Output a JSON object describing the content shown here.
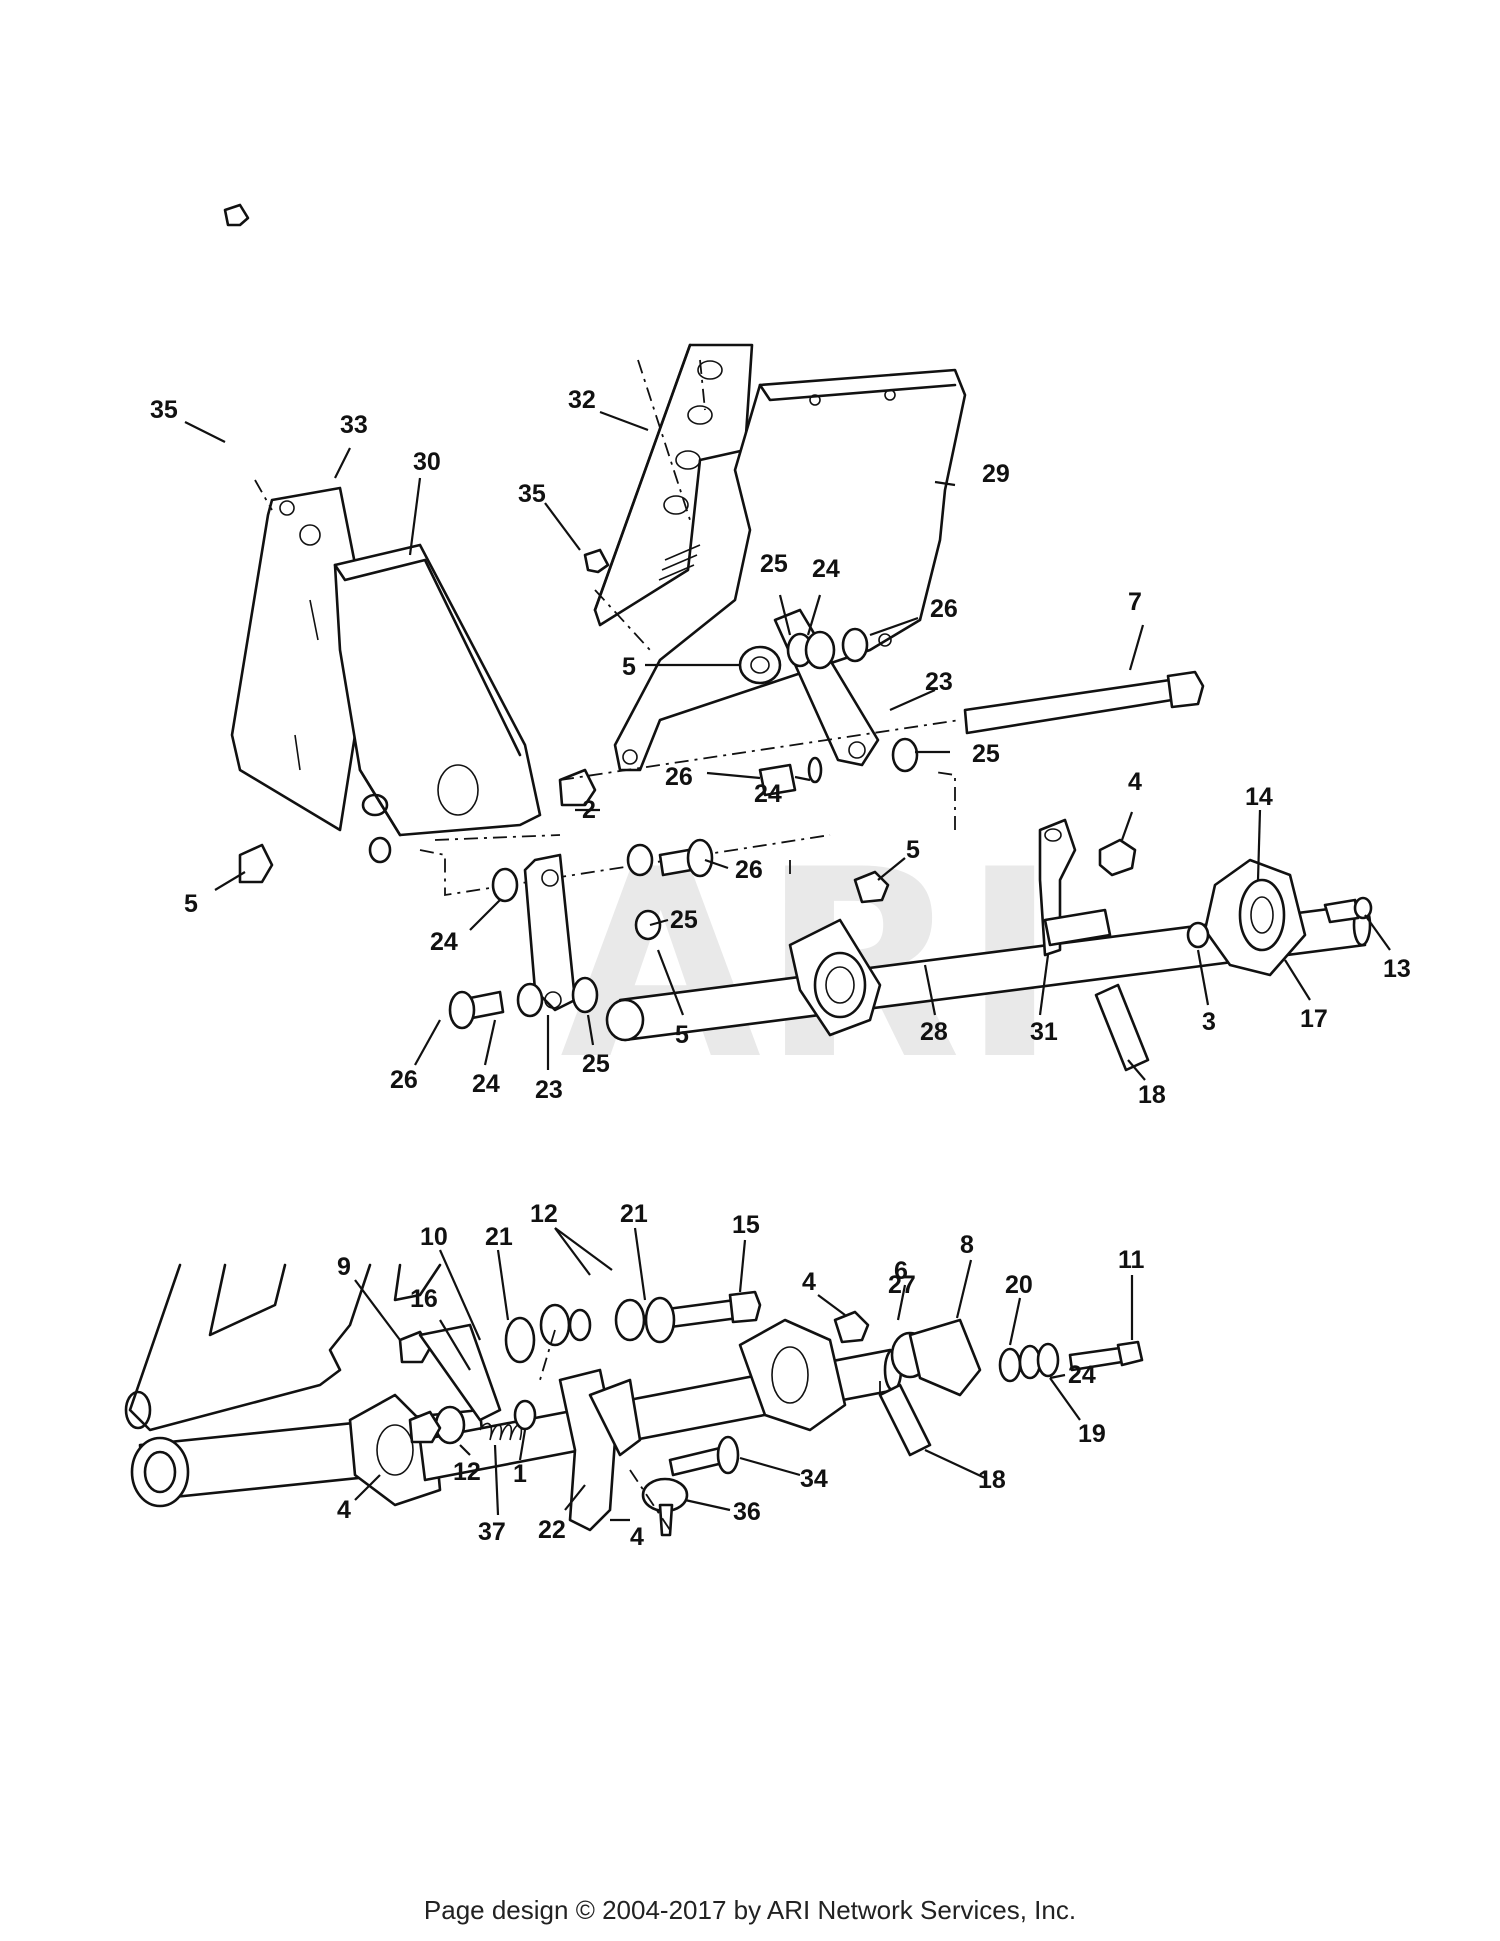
{
  "watermark": "ARI",
  "footer": "Page design © 2004-2017 by ARI Network Services, Inc.",
  "callouts": {
    "upper": [
      "35",
      "33",
      "30",
      "32",
      "35",
      "29",
      "25",
      "24",
      "26",
      "5",
      "7",
      "23",
      "2",
      "25",
      "26",
      "24",
      "4",
      "14",
      "5",
      "26",
      "5",
      "24",
      "25",
      "5",
      "13",
      "3",
      "17",
      "28",
      "31",
      "26",
      "24",
      "23",
      "25",
      "18"
    ],
    "lower": [
      "12",
      "21",
      "15",
      "10",
      "21",
      "9",
      "16",
      "4",
      "6",
      "8",
      "27",
      "20",
      "11",
      "24",
      "12",
      "1",
      "37",
      "22",
      "4",
      "34",
      "36",
      "19",
      "18",
      "4"
    ]
  }
}
